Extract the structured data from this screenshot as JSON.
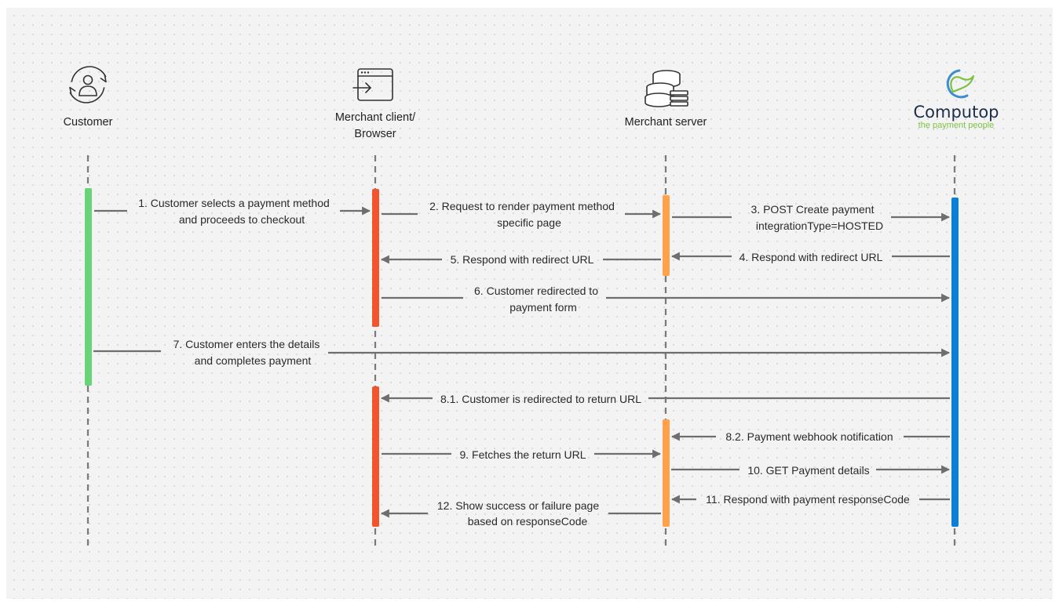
{
  "participants": [
    {
      "id": "customer",
      "label_lines": [
        "Customer"
      ],
      "icon": "customer-refresh-user-icon"
    },
    {
      "id": "client",
      "label_lines": [
        "Merchant client/",
        "Browser"
      ],
      "icon": "browser-window-arrow-icon"
    },
    {
      "id": "server",
      "label_lines": [
        "Merchant server"
      ],
      "icon": "database-stack-icon"
    },
    {
      "id": "computop",
      "label_lines": [],
      "icon": "computop-logo-icon"
    }
  ],
  "logo": {
    "name": "Computop",
    "tagline": "the payment people"
  },
  "colors": {
    "customer_bar": "#68d377",
    "client_bar": "#f2542d",
    "server_bar": "#ffa24a",
    "computop_bar": "#0b7fd6",
    "logo_green": "#7cc242",
    "logo_navy": "#1d2d4a"
  },
  "messages": [
    {
      "from": "customer",
      "to": "client",
      "lines": [
        "1. Customer selects a payment method",
        "and proceeds to checkout"
      ]
    },
    {
      "from": "client",
      "to": "server",
      "lines": [
        "2. Request to render payment method",
        "specific page"
      ]
    },
    {
      "from": "server",
      "to": "computop",
      "lines": [
        "3. POST Create payment",
        "integrationType=HOSTED"
      ]
    },
    {
      "from": "computop",
      "to": "server",
      "lines": [
        "4. Respond with redirect URL"
      ]
    },
    {
      "from": "server",
      "to": "client",
      "lines": [
        "5. Respond with redirect URL"
      ]
    },
    {
      "from": "client",
      "to": "computop",
      "lines": [
        "6. Customer redirected to",
        "payment form"
      ]
    },
    {
      "from": "customer",
      "to": "computop",
      "lines": [
        "7. Customer enters the details",
        "and completes payment"
      ]
    },
    {
      "from": "computop",
      "to": "client",
      "lines": [
        "8.1. Customer is redirected to return URL"
      ]
    },
    {
      "from": "computop",
      "to": "server",
      "lines": [
        "8.2. Payment webhook notification"
      ]
    },
    {
      "from": "client",
      "to": "server",
      "lines": [
        "9. Fetches the return URL"
      ]
    },
    {
      "from": "server",
      "to": "computop",
      "lines": [
        "10. GET Payment details"
      ]
    },
    {
      "from": "computop",
      "to": "server",
      "lines": [
        "11. Respond with payment responseCode"
      ]
    },
    {
      "from": "server",
      "to": "client",
      "lines": [
        "12. Show success or failure page",
        "based on responseCode"
      ]
    }
  ]
}
